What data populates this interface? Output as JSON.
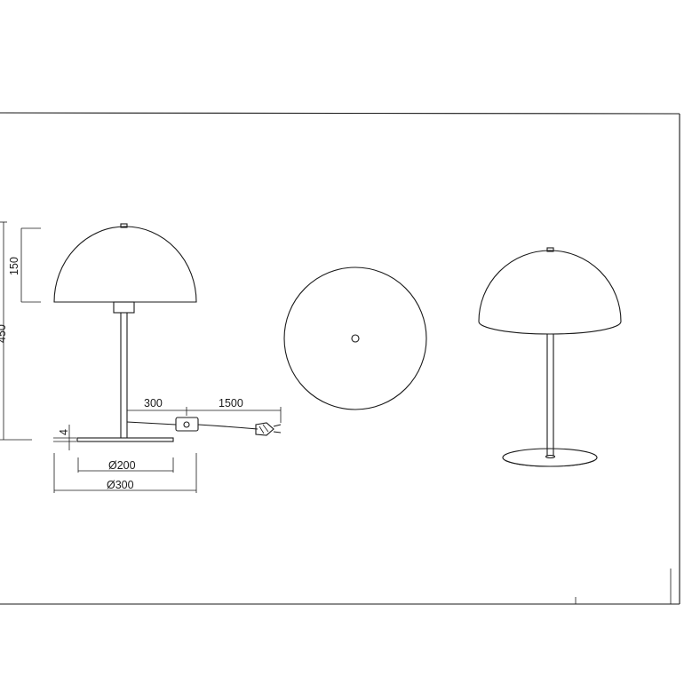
{
  "dimensions": {
    "shade_height": "150",
    "total_height": "450",
    "base_thickness": "4",
    "switch_distance": "300",
    "cable_length": "1500",
    "inner_diameter": "Ø200",
    "base_diameter": "Ø300"
  },
  "colors": {
    "line": "#1a1a1a",
    "background": "#ffffff"
  }
}
